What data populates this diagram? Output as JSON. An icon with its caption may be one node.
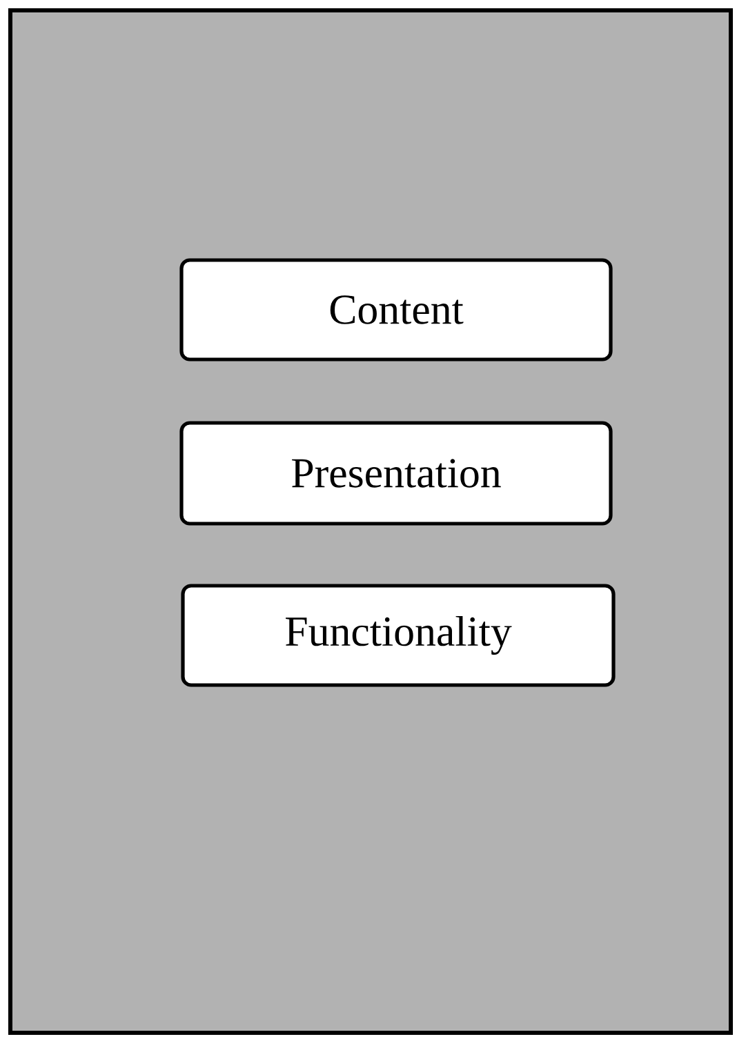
{
  "diagram": {
    "nodes": [
      {
        "text": [],
        "shape": "box"
      },
      {
        "text": [
          "Content"
        ],
        "in": 0
      },
      {
        "text": [
          "Presentation"
        ],
        "in": 0
      },
      {
        "text": [
          "Functionality"
        ],
        "in": 0
      }
    ]
  }
}
